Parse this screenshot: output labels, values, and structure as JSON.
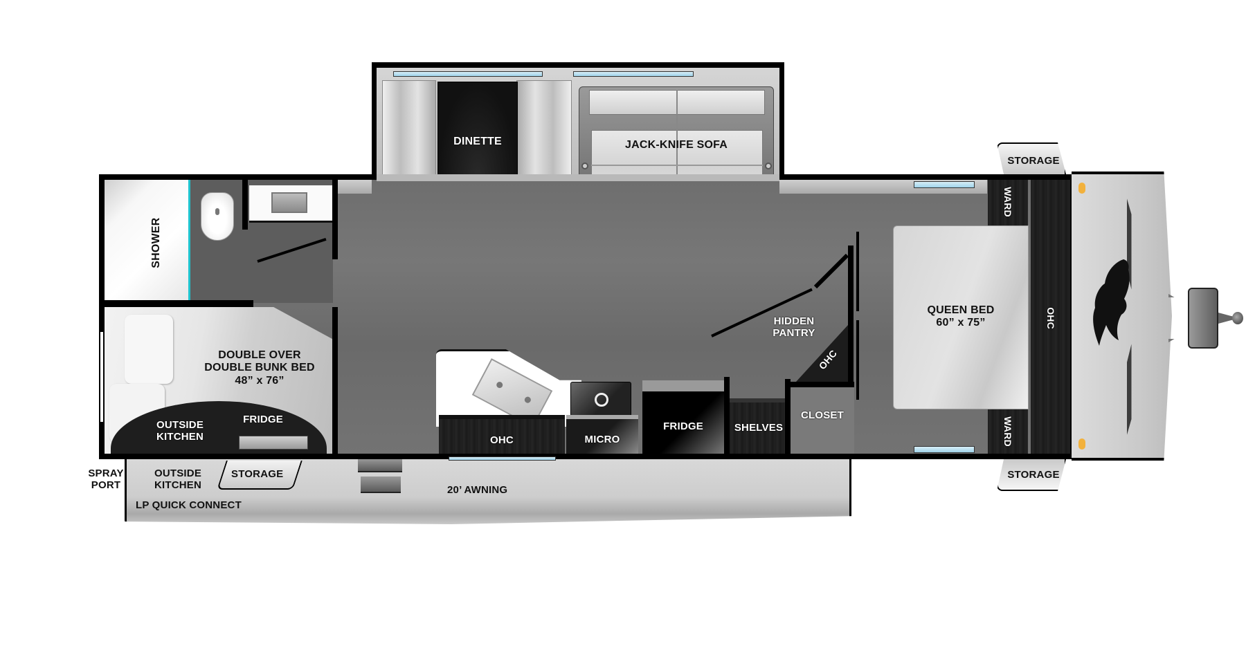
{
  "floorplan": {
    "colors": {
      "wall": "#000000",
      "floor": "#707070",
      "cabinet": "#1e1e1e",
      "window": "#9fd3ea",
      "shower_accent": "#1fc4cf",
      "marker_light": "#f2b13c",
      "exterior": "#cfcfcf"
    },
    "rooms": {
      "shower": "SHOWER",
      "bunk_bed": {
        "line1": "DOUBLE OVER",
        "line2": "DOUBLE BUNK BED",
        "size": "48” x 76”"
      },
      "outside_kitchen_inner": {
        "line1": "OUTSIDE",
        "line2": "KITCHEN"
      },
      "bunk_fridge": "FRIDGE",
      "dinette": "DINETTE",
      "sofa": "JACK-KNIFE SOFA",
      "kitchen_ohc": "OHC",
      "micro": "MICRO",
      "fridge": "FRIDGE",
      "shelves": "SHELVES",
      "hidden_pantry": {
        "line1": "HIDDEN",
        "line2": "PANTRY"
      },
      "pantry_ohc": "OHC",
      "closet": "CLOSET",
      "queen_bed": {
        "line1": "QUEEN BED",
        "line2": "60” x 75”"
      },
      "ward_top": "WARD",
      "ward_bottom": "WARD",
      "front_ohc": "OHC"
    },
    "exterior": {
      "spray_port": {
        "line1": "SPRAY",
        "line2": "PORT"
      },
      "outside_kitchen": {
        "line1": "OUTSIDE",
        "line2": "KITCHEN"
      },
      "lp_quick_connect": "LP QUICK CONNECT",
      "storage_rear": "STORAGE",
      "awning": "20’ AWNING",
      "storage_front_top": "STORAGE",
      "storage_front_bottom": "STORAGE"
    }
  }
}
